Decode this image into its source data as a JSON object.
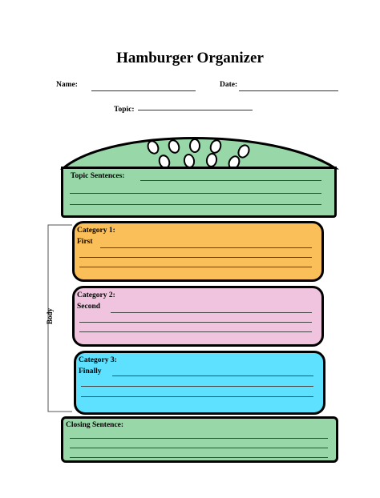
{
  "title": "Hamburger Organizer",
  "fields": {
    "name_label": "Name:",
    "date_label": "Date:",
    "topic_label": "Topic:"
  },
  "sections": {
    "topic_sentences": {
      "label": "Topic Sentences:",
      "color": "#98d8a8"
    },
    "category1": {
      "label": "Category 1:",
      "sub": "First",
      "color": "#fbbf5a"
    },
    "category2": {
      "label": "Category 2:",
      "sub": "Second",
      "color": "#f0c4df"
    },
    "category3": {
      "label": "Category 3:",
      "sub": "Finally",
      "color": "#5ee0ff"
    },
    "closing": {
      "label": "Closing Sentence:",
      "color": "#98d8a8"
    }
  },
  "body_label": "Body",
  "icons": {
    "bun_seeds": "sesame-seed-icon"
  }
}
